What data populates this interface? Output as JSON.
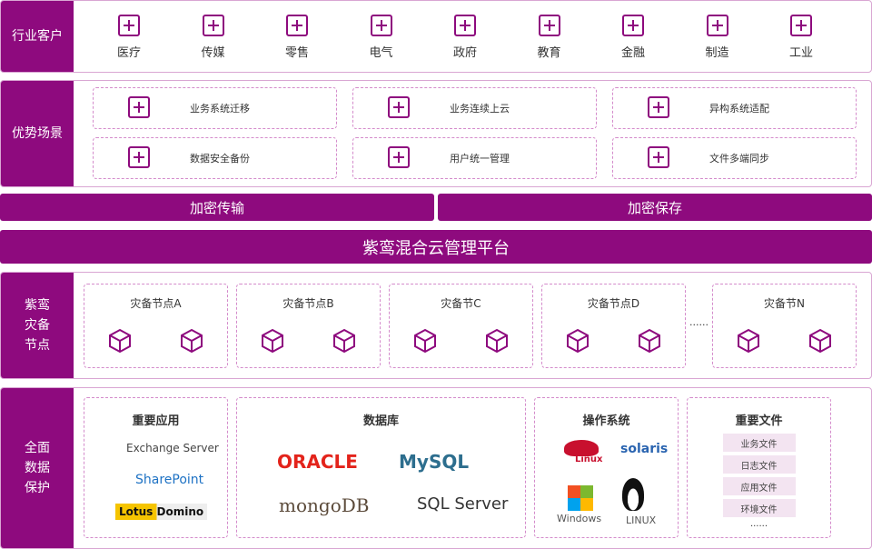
{
  "industry": {
    "label": "行业客户",
    "items": [
      "医疗",
      "传媒",
      "零售",
      "电气",
      "政府",
      "教育",
      "金融",
      "制造",
      "工业"
    ]
  },
  "advantages": {
    "label": "优势场景",
    "items": [
      "业务系统迁移",
      "业务连续上云",
      "异构系统适配",
      "数据安全备份",
      "用户统一管理",
      "文件多端同步"
    ]
  },
  "encrypt_transfer": "加密传输",
  "encrypt_store": "加密保存",
  "platform": "紫鸾混合云管理平台",
  "dr": {
    "label": "紫鸾\n灾备\n节点",
    "nodes": [
      "灾备节点A",
      "灾备节点B",
      "灾备节C",
      "灾备节点D",
      "灾备节N"
    ],
    "ellipsis": "......"
  },
  "protect": {
    "label": "全面\n数据\n保护",
    "apps": {
      "title": "重要应用",
      "items": [
        "Exchange Server",
        "SharePoint",
        "Lotus Domino"
      ]
    },
    "db": {
      "title": "数据库",
      "items": [
        "ORACLE",
        "MySQL",
        "mongoDB",
        "SQL Server"
      ]
    },
    "os": {
      "title": "操作系统",
      "items": [
        "Linux",
        "solaris",
        "Windows",
        "LINUX"
      ]
    },
    "files": {
      "title": "重要文件",
      "items": [
        "业务文件",
        "日志文件",
        "应用文件",
        "环境文件"
      ],
      "more": "......"
    }
  },
  "colors": {
    "brand": "#8e0a7e",
    "dash": "#d48bcb",
    "file_bg": "#f3e4f1"
  }
}
